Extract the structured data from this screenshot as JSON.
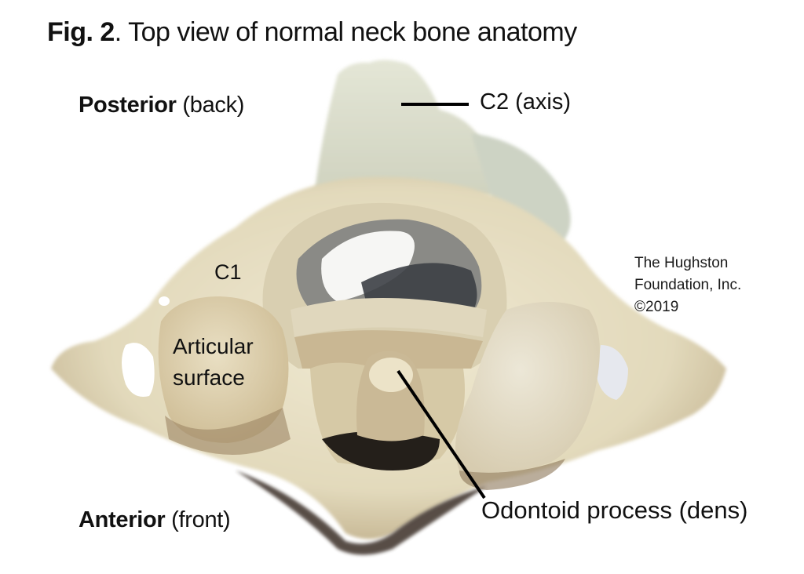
{
  "caption": {
    "figure_number": "Fig. 2",
    "separator": ".",
    "title": " Top view of normal neck bone anatomy"
  },
  "orientation": {
    "posterior": {
      "term": "Posterior",
      "gloss": " (back)"
    },
    "anterior": {
      "term": "Anterior",
      "gloss": " (front)"
    }
  },
  "labels": {
    "c2": "C2 (axis)",
    "c1": "C1",
    "articular_line1": "Articular",
    "articular_line2": "surface",
    "dens": "Odontoid process (dens)"
  },
  "credit": {
    "line1": "The Hughston",
    "line2": "Foundation, Inc.",
    "line3": "©2019"
  },
  "colors": {
    "bone_light": "#e9e4cc",
    "bone_mid": "#d8cfaf",
    "bone_shadow": "#8a7456",
    "cavity_dark": "#2a2520",
    "c2_tint": "#d9dccb",
    "leader_line": "#000000"
  }
}
